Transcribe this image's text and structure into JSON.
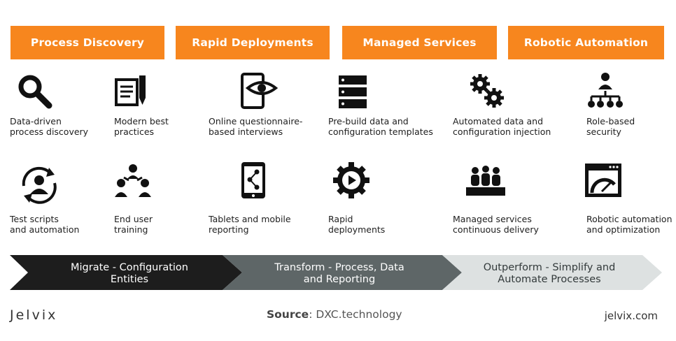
{
  "headers": [
    "Process Discovery",
    "Rapid Deployments",
    "Managed Services",
    "Robotic Automation"
  ],
  "items": {
    "data_driven": {
      "line1": "Data-driven",
      "line2": "process discovery",
      "icon": "magnifier-icon"
    },
    "modern_best": {
      "line1": "Modern best",
      "line2": "practices",
      "icon": "document-pen-icon"
    },
    "online_q": {
      "line1": "Online questionnaire-",
      "line2": "based interviews",
      "icon": "tablet-eye-icon"
    },
    "prebuild": {
      "line1": "Pre-build data and",
      "line2": "configuration templates",
      "icon": "server-stack-icon"
    },
    "automated_data": {
      "line1": "Automated data and",
      "line2": "configuration injection",
      "icon": "gears-icon"
    },
    "role_based": {
      "line1": "Role-based",
      "line2": "security",
      "icon": "org-hierarchy-icon"
    },
    "test_scripts": {
      "line1": "Test scripts",
      "line2": "and automation",
      "icon": "user-cycle-icon"
    },
    "end_user": {
      "line1": "End user",
      "line2": "training",
      "icon": "group-training-icon"
    },
    "tablets_mobile": {
      "line1": "Tablets and mobile",
      "line2": "reporting",
      "icon": "phone-share-icon"
    },
    "rapid_deploy": {
      "line1": "Rapid",
      "line2": "deployments",
      "icon": "gear-play-icon"
    },
    "managed_cd": {
      "line1": "Managed services",
      "line2": "continuous delivery",
      "icon": "audience-icon"
    },
    "robotic_opt": {
      "line1": "Robotic automation",
      "line2": "and optimization",
      "icon": "browser-gauge-icon"
    }
  },
  "stages": [
    {
      "line1": "Migrate - Configuration",
      "line2": "Entities"
    },
    {
      "line1": "Transform - Process, Data",
      "line2": "and Reporting"
    },
    {
      "line1": "Outperform - Simplify and",
      "line2": "Automate Processes"
    }
  ],
  "footer": {
    "logo": "Jelvix",
    "source_label": "Source",
    "source_value": ": DXC.technology",
    "site": "jelvix.com"
  },
  "colors": {
    "header_orange": "#f7861e",
    "stage1": "#1d1d1d",
    "stage2": "#5e6667",
    "stage3": "#dde1e1"
  }
}
